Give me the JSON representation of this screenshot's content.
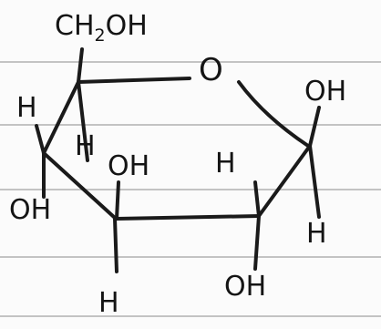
{
  "molecule": {
    "ring_oxygen": "O",
    "substituents": {
      "ch2oh_main": "CH",
      "ch2oh_sub": "2",
      "ch2oh_tail": "OH",
      "c4_h": "H",
      "c4_oh": "OH",
      "c4_h_inner": "H",
      "c3_oh": "OH",
      "c3_h": "H",
      "c2_h": "H",
      "c2_oh": "OH",
      "c1_oh": "OH",
      "c1_h": "H"
    }
  },
  "colors": {
    "ink": "#1a1a1a",
    "paper": "#fbfbfb",
    "ruled_lines": "#8c8c8c"
  }
}
